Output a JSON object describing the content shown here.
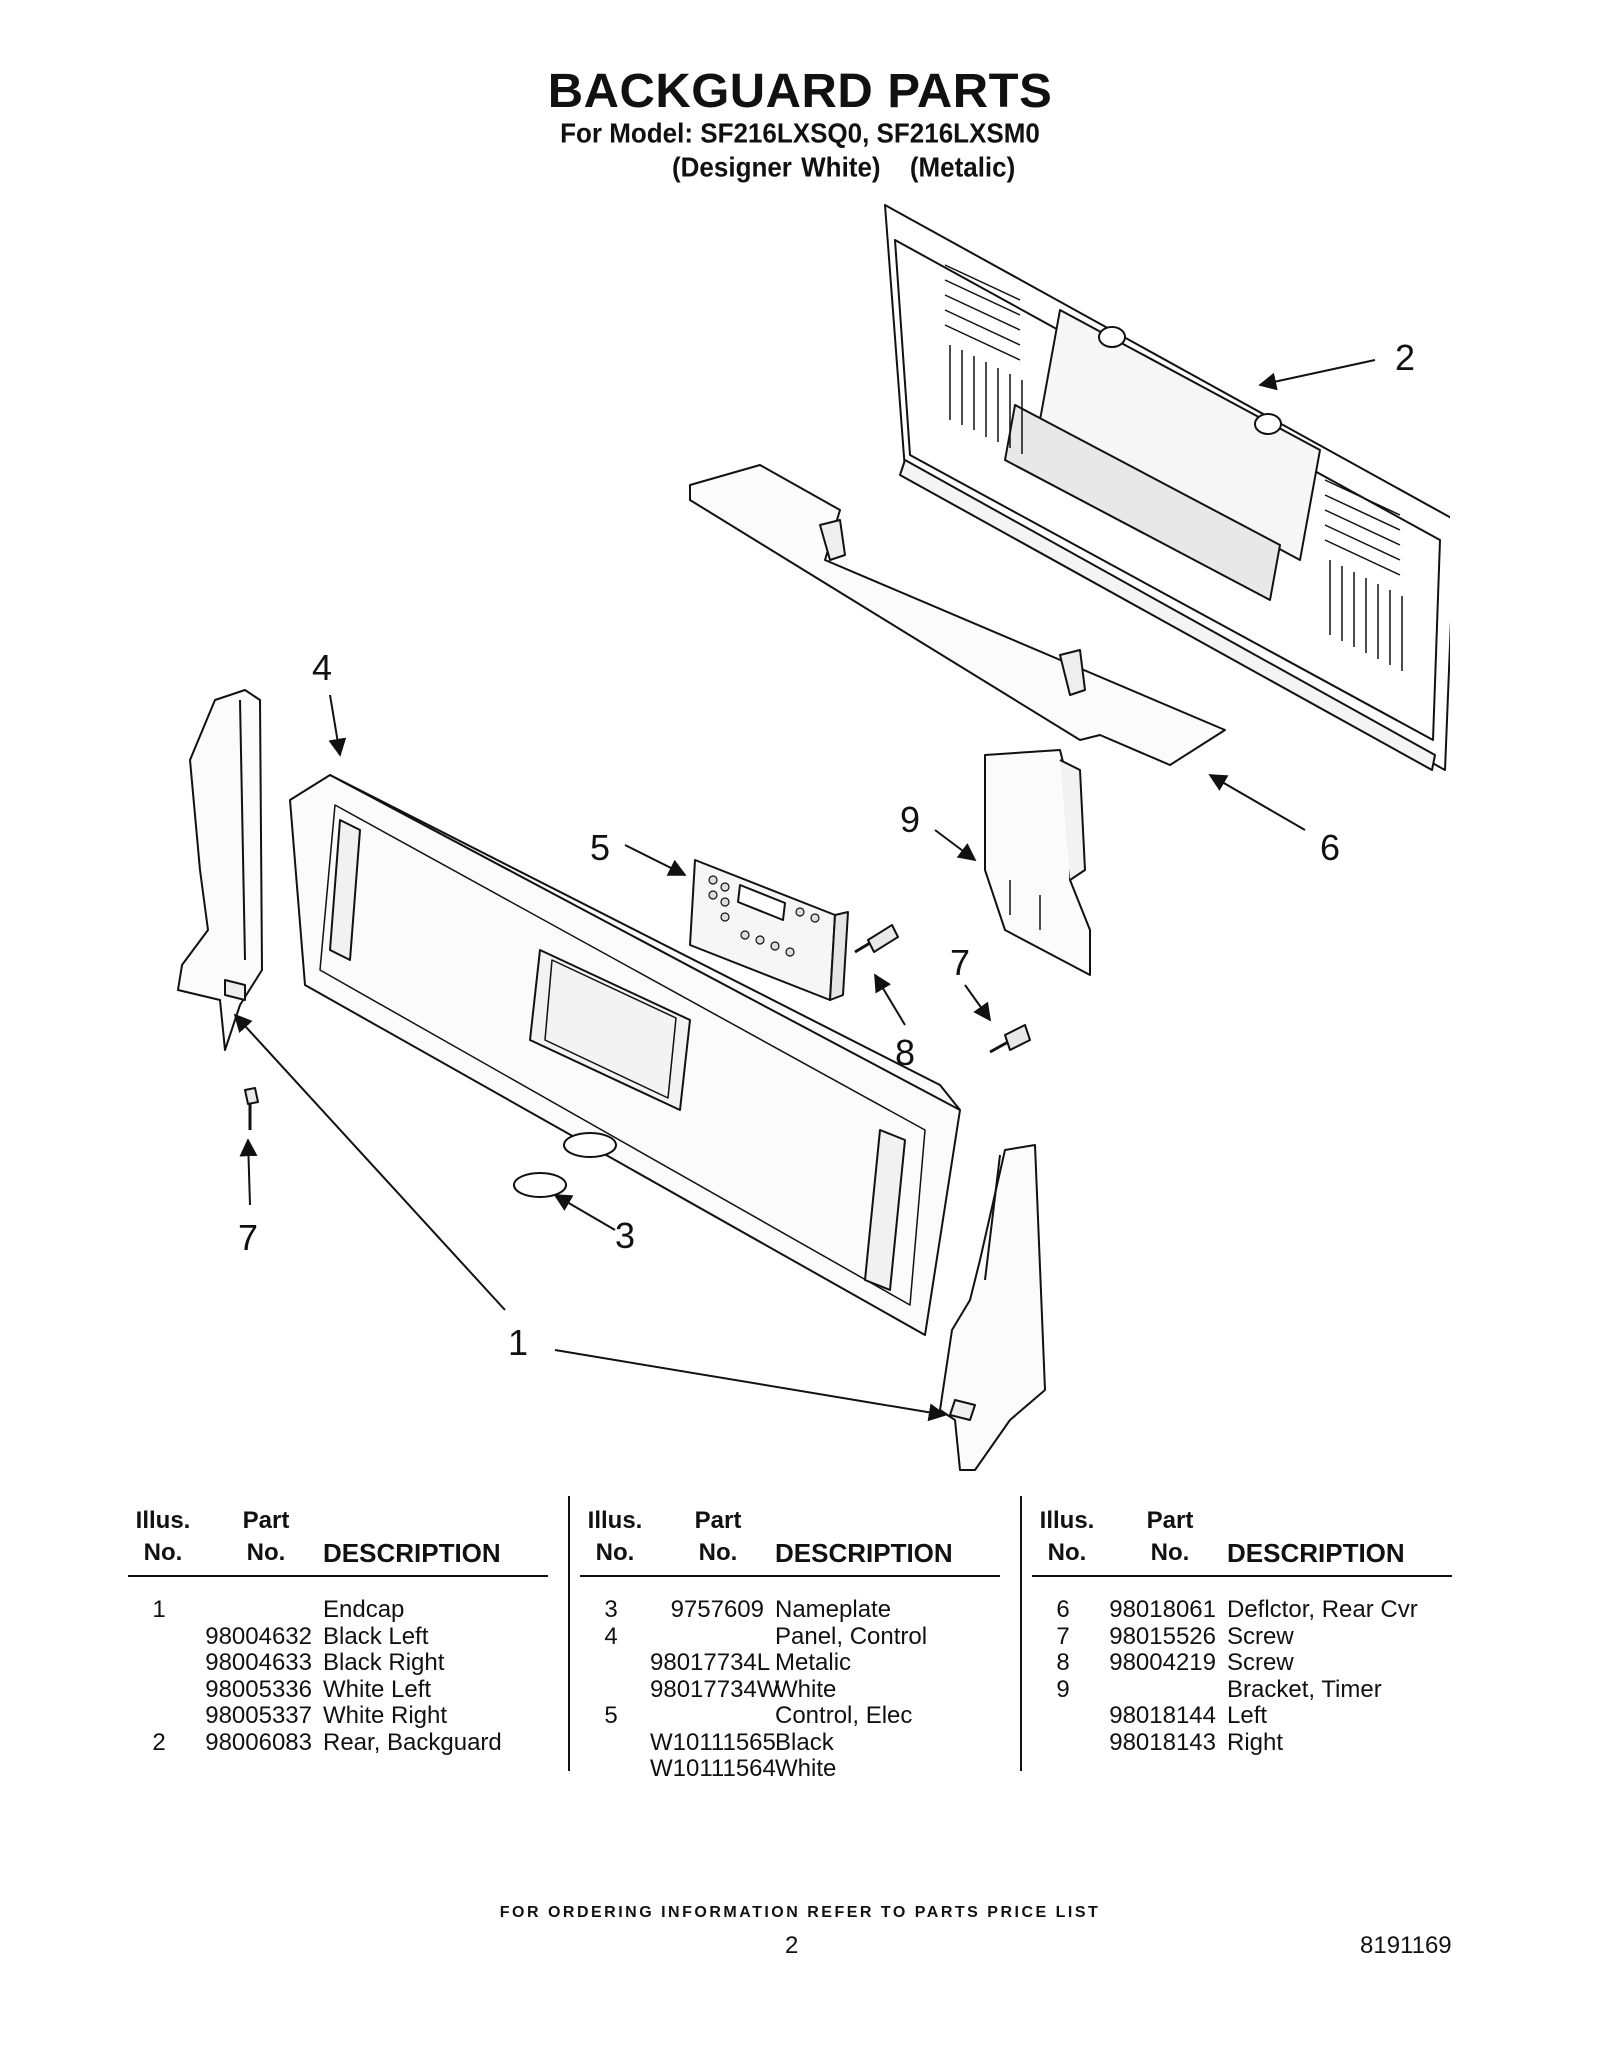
{
  "header": {
    "title": "BACKGUARD PARTS",
    "subtitle": "For Model: SF216LXSQ0, SF216LXSM0",
    "variant_1": "(Designer White)",
    "variant_2": "(Metalic)"
  },
  "diagram": {
    "callouts": [
      "2",
      "4",
      "5",
      "9",
      "6",
      "7",
      "8",
      "7",
      "3",
      "1"
    ]
  },
  "table_headers": {
    "illus_line1": "Illus.",
    "illus_line2": "No.",
    "part_line1": "Part",
    "part_line2": "No.",
    "description": "DESCRIPTION"
  },
  "columns": [
    {
      "rows": [
        {
          "illus": "1",
          "part": "",
          "desc": "Endcap"
        },
        {
          "illus": "",
          "part": "98004632",
          "desc": "Black Left"
        },
        {
          "illus": "",
          "part": "98004633",
          "desc": "Black Right"
        },
        {
          "illus": "",
          "part": "98005336",
          "desc": "White Left"
        },
        {
          "illus": "",
          "part": "98005337",
          "desc": "White Right"
        },
        {
          "illus": "2",
          "part": "98006083",
          "desc": "Rear, Backguard"
        }
      ]
    },
    {
      "rows": [
        {
          "illus": "3",
          "part": "9757609",
          "desc": "Nameplate"
        },
        {
          "illus": "4",
          "part": "",
          "desc": "Panel, Control"
        },
        {
          "illus": "",
          "part": "98017734L",
          "desc": "Metalic"
        },
        {
          "illus": "",
          "part": "98017734W",
          "desc": "White"
        },
        {
          "illus": "5",
          "part": "",
          "desc": "Control, Elec"
        },
        {
          "illus": "",
          "part": "W10111565",
          "desc": "Black"
        },
        {
          "illus": "",
          "part": "W10111564",
          "desc": "White"
        }
      ]
    },
    {
      "rows": [
        {
          "illus": "6",
          "part": "98018061",
          "desc": "Deflctor, Rear Cvr"
        },
        {
          "illus": "7",
          "part": "98015526",
          "desc": "Screw"
        },
        {
          "illus": "8",
          "part": "98004219",
          "desc": "Screw"
        },
        {
          "illus": "9",
          "part": "",
          "desc": "Bracket, Timer"
        },
        {
          "illus": "",
          "part": "98018144",
          "desc": "Left"
        },
        {
          "illus": "",
          "part": "98018143",
          "desc": "Right"
        }
      ]
    }
  ],
  "footer": {
    "ordering_note": "FOR ORDERING INFORMATION REFER TO PARTS PRICE LIST",
    "page_number": "2",
    "document_number": "8191169"
  }
}
